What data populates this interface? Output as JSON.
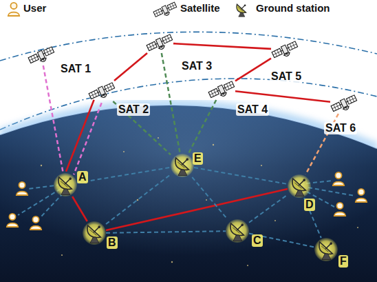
{
  "diagram": {
    "nodes": [
      {
        "text": [
          "SAT 1"
        ]
      },
      {
        "text": [
          "SAT 2"
        ]
      },
      {
        "text": [
          "SAT 3"
        ]
      },
      {
        "text": [
          "SAT 4"
        ]
      },
      {
        "text": [
          "SAT 5"
        ]
      },
      {
        "text": [
          "SAT 6"
        ]
      },
      {
        "text": [
          "A"
        ]
      },
      {
        "text": [
          "B"
        ]
      },
      {
        "text": [
          "C"
        ]
      },
      {
        "text": [
          "D"
        ]
      },
      {
        "text": [
          "E"
        ]
      },
      {
        "text": [
          "F"
        ]
      }
    ],
    "edges": [
      {
        "from": 0,
        "to": 6,
        "arrow": "none"
      },
      {
        "from": 1,
        "to": 6,
        "arrow": "none"
      },
      {
        "from": 6,
        "to": 1,
        "arrow": "none"
      },
      {
        "from": 1,
        "to": 2,
        "arrow": "none"
      },
      {
        "from": 2,
        "to": 4,
        "arrow": "none"
      },
      {
        "from": 4,
        "to": 3,
        "arrow": "none"
      },
      {
        "from": 3,
        "to": 5,
        "arrow": "none"
      },
      {
        "from": 6,
        "to": 7,
        "arrow": "none"
      },
      {
        "from": 7,
        "to": 9,
        "arrow": "none"
      },
      {
        "from": 1,
        "to": 10,
        "arrow": "none"
      },
      {
        "from": 2,
        "to": 10,
        "arrow": "none"
      },
      {
        "from": 3,
        "to": 10,
        "arrow": "none"
      },
      {
        "from": 5,
        "to": 9,
        "arrow": "none"
      },
      {
        "from": 6,
        "to": 10,
        "arrow": "none"
      },
      {
        "from": 7,
        "to": 10,
        "arrow": "none"
      },
      {
        "from": 7,
        "to": 8,
        "arrow": "none"
      },
      {
        "from": 10,
        "to": 9,
        "arrow": "none"
      },
      {
        "from": 10,
        "to": 8,
        "arrow": "none"
      },
      {
        "from": 8,
        "to": 9,
        "arrow": "none"
      },
      {
        "from": 9,
        "to": 11,
        "arrow": "none"
      },
      {
        "from": 8,
        "to": 11,
        "arrow": "none"
      }
    ],
    "legend": [
      {
        "text": "User"
      },
      {
        "text": "Satellite"
      },
      {
        "text": "Ground station"
      }
    ]
  }
}
